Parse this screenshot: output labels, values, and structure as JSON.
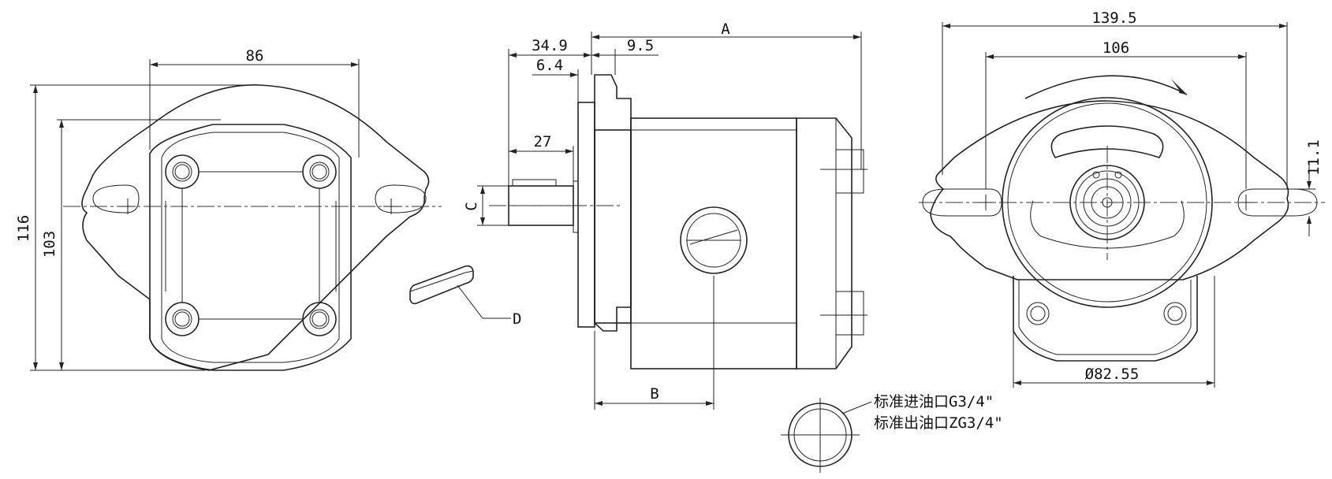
{
  "dimensions": {
    "front_width": "86",
    "front_height_outer": "116",
    "front_height_inner": "103",
    "side_34_9": "34.9",
    "side_9_5": "9.5",
    "side_6_4": "6.4",
    "side_27": "27",
    "side_A": "A",
    "side_B": "B",
    "side_C": "C",
    "key_D": "D",
    "rear_139_5": "139.5",
    "rear_106": "106",
    "rear_11_1": "11.1",
    "rear_dia": "Ø82.55"
  },
  "notes": {
    "port_inlet": "标准进油口G3/4\"",
    "port_outlet": "标准出油口ZG3/4\""
  }
}
